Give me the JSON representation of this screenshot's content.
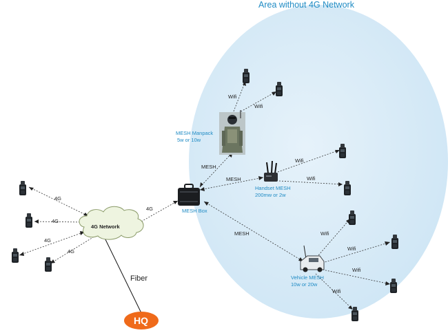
{
  "title": "Area without 4G Network",
  "nodes": {
    "network_cloud": "4G Network",
    "hq": "HQ",
    "mesh_box": "MESH  Box",
    "manpack_line1": "MESH Manpack",
    "manpack_line2": "5w or 10w",
    "handset_line1": "Handset MESH",
    "handset_line2": "200mw or 2w",
    "vehicle_line1": "Vehicle MESH",
    "vehicle_line2": "10w or 20w"
  },
  "links": {
    "fourg": "4G",
    "fiber": "Fiber",
    "mesh": "MESH",
    "wifi": "Wifi"
  },
  "colors": {
    "coverage_fill": "#d7ebf7",
    "accent_blue": "#1f8bc4",
    "hq_orange": "#ef6a1a",
    "cloud_fill": "#eef4e0"
  }
}
